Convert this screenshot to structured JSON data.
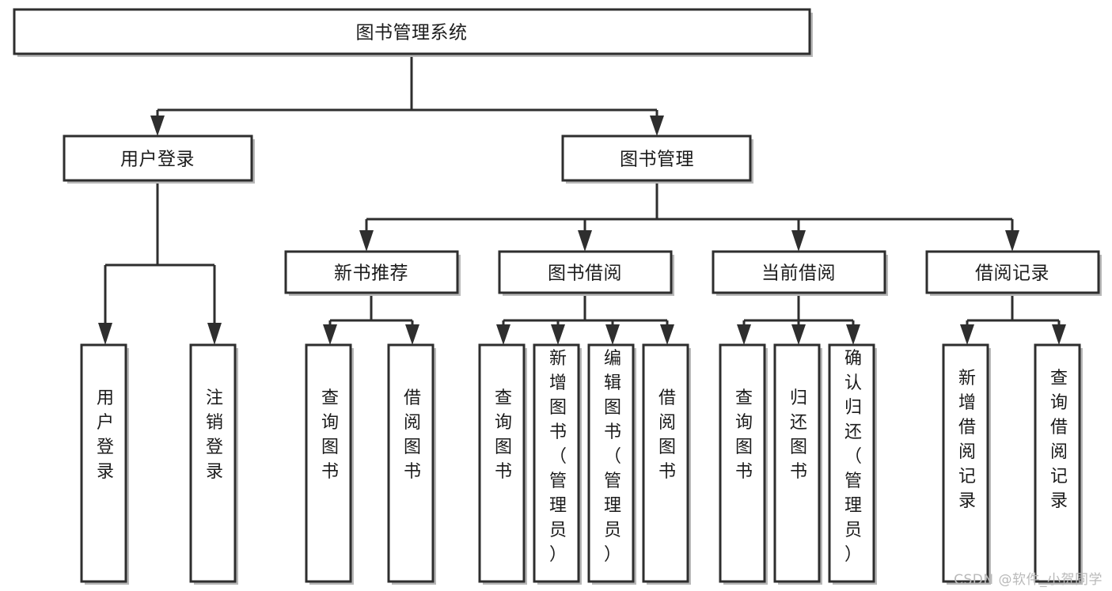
{
  "diagram": {
    "title": "图书管理系统",
    "watermark": "CSDN @软件_小贺同学",
    "colors": {
      "stroke": "#2e2e2e",
      "fill": "#ffffff",
      "text": "#1b1b1b",
      "shadow": "#b8b8b8",
      "watermark": "#b9b9b9"
    },
    "nodes": {
      "root": {
        "label": "图书管理系统"
      },
      "level2": [
        {
          "id": "user-login",
          "label": "用户登录"
        },
        {
          "id": "book-management",
          "label": "图书管理"
        }
      ],
      "level3": [
        {
          "id": "new-book-recommend",
          "label": "新书推荐"
        },
        {
          "id": "book-borrow",
          "label": "图书借阅"
        },
        {
          "id": "current-borrow",
          "label": "当前借阅"
        },
        {
          "id": "borrow-record",
          "label": "借阅记录"
        }
      ],
      "leaves": {
        "user-login": [
          {
            "id": "leaf-user-login",
            "label": "用户登录"
          },
          {
            "id": "leaf-logout",
            "label": "注销登录"
          }
        ],
        "new-book-recommend": [
          {
            "id": "leaf-query-book-1",
            "label": "查询图书"
          },
          {
            "id": "leaf-borrow-book-1",
            "label": "借阅图书"
          }
        ],
        "book-borrow": [
          {
            "id": "leaf-query-book-2",
            "label": "查询图书"
          },
          {
            "id": "leaf-add-book",
            "label": "新增图书（管理员）"
          },
          {
            "id": "leaf-edit-book",
            "label": "编辑图书（管理员）"
          },
          {
            "id": "leaf-borrow-book-2",
            "label": "借阅图书"
          }
        ],
        "current-borrow": [
          {
            "id": "leaf-query-book-3",
            "label": "查询图书"
          },
          {
            "id": "leaf-return-book",
            "label": "归还图书"
          },
          {
            "id": "leaf-confirm-return",
            "label": "确认归还（管理员）"
          }
        ],
        "borrow-record": [
          {
            "id": "leaf-add-record",
            "label": "新增借阅记录"
          },
          {
            "id": "leaf-query-record",
            "label": "查询借阅记录"
          }
        ]
      }
    }
  }
}
